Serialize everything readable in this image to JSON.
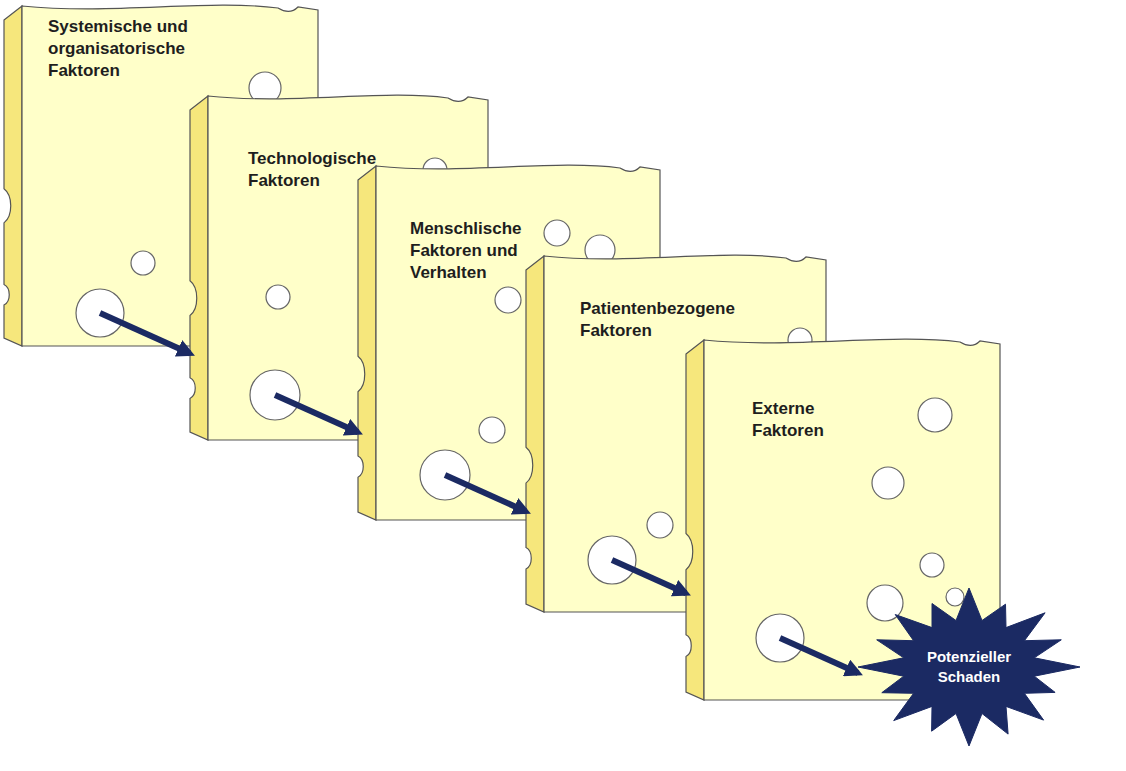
{
  "diagram": {
    "nodes": [
      {
        "text": [
          "Systemische und organisatorische Faktoren"
        ]
      },
      {
        "text": [
          "Technologische Faktoren"
        ]
      },
      {
        "text": [
          "Menschlische Faktoren und Verhalten"
        ]
      },
      {
        "text": [
          "Patientenbezogene Faktoren"
        ]
      },
      {
        "text": [
          "Externe Faktoren"
        ]
      },
      {
        "text": [
          "Potenzieller Schaden"
        ]
      }
    ],
    "edges": [
      {
        "from": 0,
        "to": 1,
        "arrow": "to"
      },
      {
        "from": 1,
        "to": 2,
        "arrow": "to"
      },
      {
        "from": 2,
        "to": 3,
        "arrow": "to"
      },
      {
        "from": 3,
        "to": 4,
        "arrow": "to"
      },
      {
        "from": 4,
        "to": 5,
        "arrow": "to"
      }
    ]
  }
}
